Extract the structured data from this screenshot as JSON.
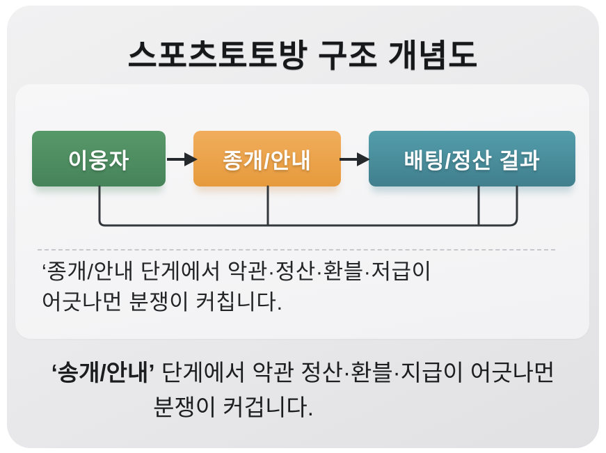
{
  "title": "스포츠토토방 구조 개념도",
  "flow": {
    "nodes": [
      {
        "id": "user",
        "label": "이웅자",
        "color_top": "#579868",
        "color_bottom": "#46835a",
        "shadow": "rgba(106,152,120,0.32)"
      },
      {
        "id": "broker",
        "label": "종개/안내",
        "color_top": "#f1ad5c",
        "color_bottom": "#e69a3c",
        "shadow": "rgba(221,176,130,0.38)"
      },
      {
        "id": "result",
        "label": "배팅/정산 걸과",
        "color_top": "#539dab",
        "color_bottom": "#417f8d",
        "shadow": "rgba(130,175,185,0.42)"
      }
    ],
    "connector_color": "#33383d",
    "arrow_color": "#26292c"
  },
  "note": {
    "line1": "‘종개/안내 단게에서 악관·정산·환블·저급이",
    "line2": "어긋나먼 분쟁이 커칩니다."
  },
  "caption": {
    "quote": "‘송개/안내’",
    "line1_rest": " 단게에서 악관 정산·환블·지급이 어긋나먼",
    "line2": "분쟁이 커겁니다."
  }
}
